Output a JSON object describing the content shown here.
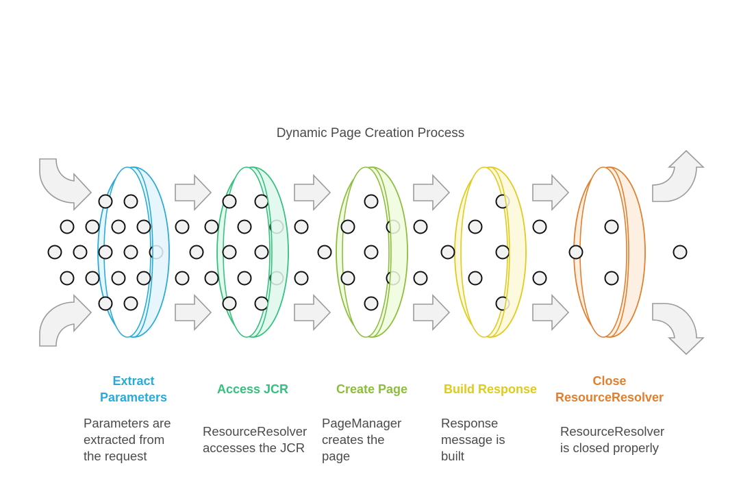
{
  "title": "Dynamic Page Creation Process",
  "stages": [
    {
      "title": "Extract Parameters",
      "title_lines": [
        "Extract",
        "Parameters"
      ],
      "description_lines": [
        "Parameters are",
        "extracted from",
        "the request"
      ],
      "color": "#29aad9",
      "fill": "#e6f6fc"
    },
    {
      "title": "Access JCR",
      "title_lines": [
        "Access JCR"
      ],
      "description_lines": [
        "ResourceResolver",
        "accesses the JCR"
      ],
      "color": "#35c07e",
      "fill": "#e3f8ee"
    },
    {
      "title": "Create Page",
      "title_lines": [
        "Create Page"
      ],
      "description_lines": [
        "PageManager",
        "creates the",
        "page"
      ],
      "color": "#8dbd3c",
      "fill": "#f1fbe2"
    },
    {
      "title": "Build Response",
      "title_lines": [
        "Build Response"
      ],
      "description_lines": [
        "Response",
        "message is",
        "built"
      ],
      "color": "#dfcb1c",
      "fill": "#fdf9df"
    },
    {
      "title": "Close ResourceResolver",
      "title_lines": [
        "Close",
        "ResourceResolver"
      ],
      "description_lines": [
        "ResourceResolver",
        "is closed properly"
      ],
      "color": "#e07f2e",
      "fill": "#fdf0e3"
    }
  ],
  "colors": {
    "arrow_fill": "#f2f2f2",
    "arrow_stroke": "#9a9a9a",
    "dot_fill": "#f2f2f2",
    "dot_stroke": "#111111",
    "text": "#4a4a4a"
  }
}
